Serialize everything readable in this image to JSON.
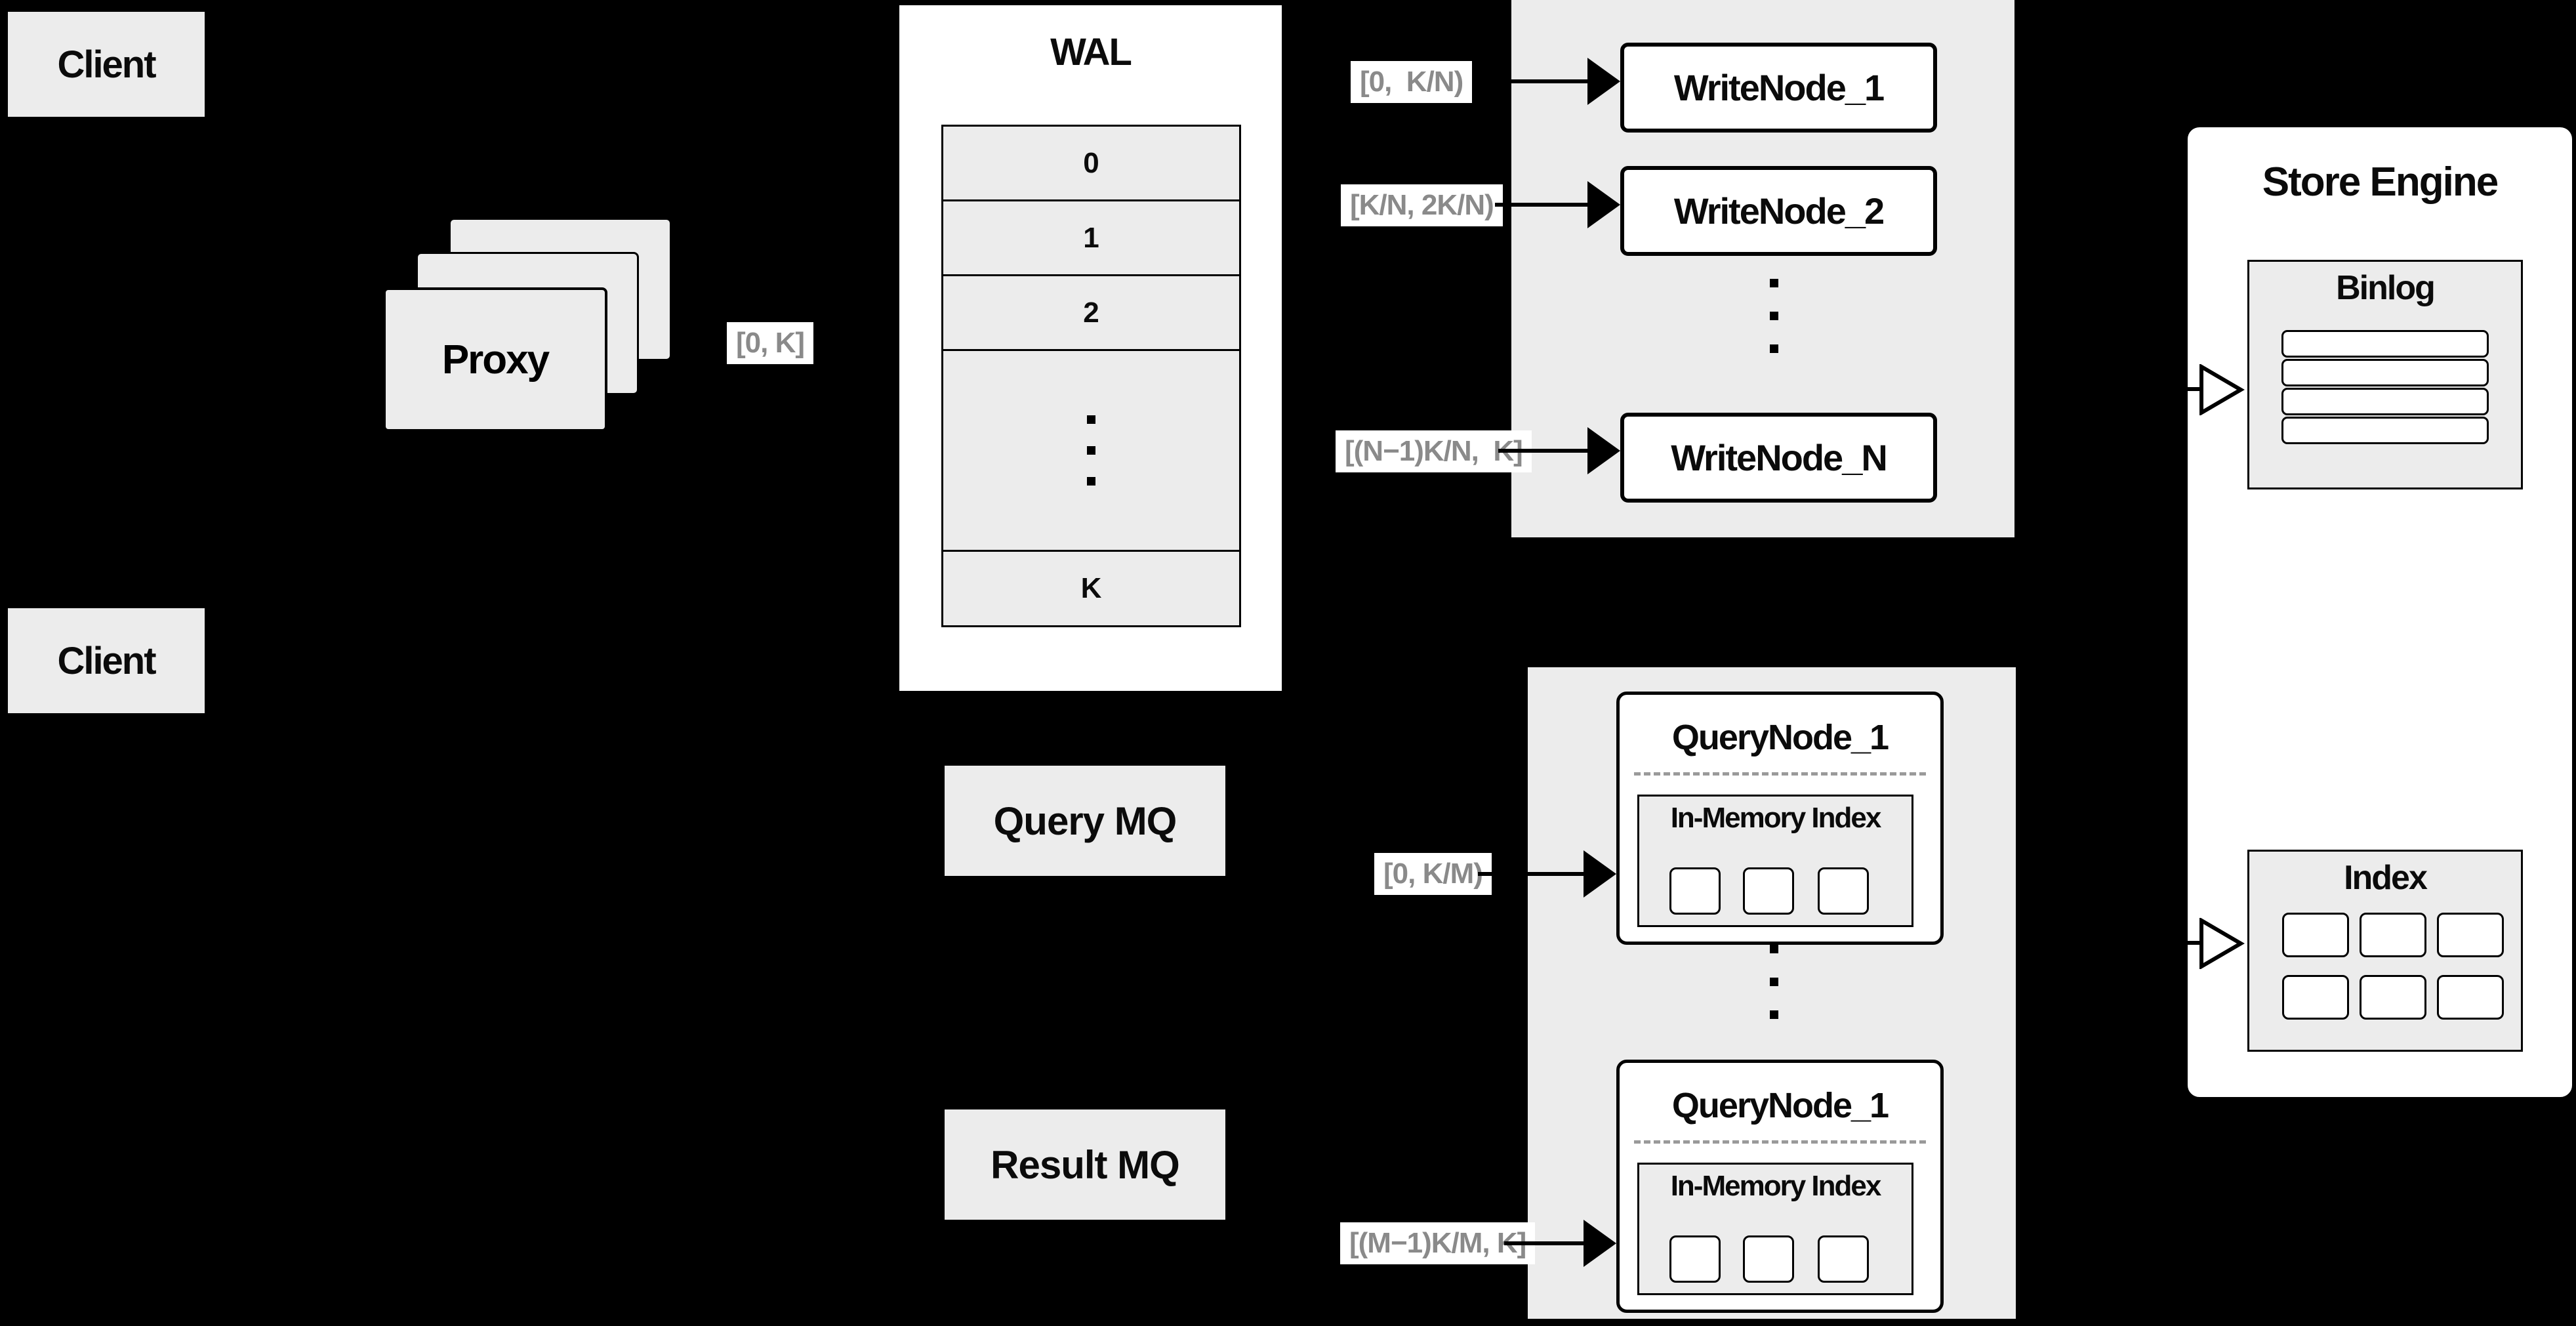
{
  "colors": {
    "background": "#000000",
    "panel_gray": "#ECECEC",
    "box_white": "#FFFFFF",
    "border": "#000000",
    "range_label_text": "#8A8A8A",
    "range_label_bg": "#FFFFFF",
    "dashed_divider": "#9A9A9A"
  },
  "clients": {
    "top": "Client",
    "bottom": "Client"
  },
  "proxy": {
    "label": "Proxy",
    "range_out": "[0, K]"
  },
  "wal": {
    "title": "WAL",
    "segments": [
      "0",
      "1",
      "2",
      "K"
    ]
  },
  "write_cluster": {
    "nodes": [
      {
        "label": "WriteNode_1",
        "range": "[0,  K/N)"
      },
      {
        "label": "WriteNode_2",
        "range": "[K/N, 2K/N)"
      },
      {
        "label": "WriteNode_N",
        "range": "[(N−1)K/N,  K]"
      }
    ]
  },
  "mq": {
    "query": "Query MQ",
    "result": "Result MQ"
  },
  "query_cluster": {
    "nodes": [
      {
        "label": "QueryNode_1",
        "inner_label": "In-Memory Index",
        "range": "[0, K/M)"
      },
      {
        "label": "QueryNode_1",
        "inner_label": "In-Memory Index",
        "range": "[(M−1)K/M, K]"
      }
    ]
  },
  "store_engine": {
    "title": "Store Engine",
    "binlog_title": "Binlog",
    "index_title": "Index"
  }
}
